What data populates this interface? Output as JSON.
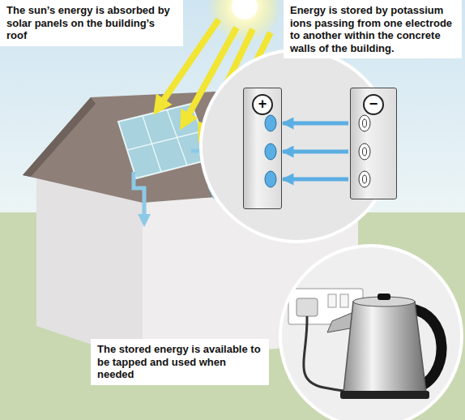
{
  "diagram": {
    "nodes": [
      {
        "text": [
          "The sun’s energy is absorbed by solar panels on the building’s roof"
        ]
      },
      {
        "text": [
          "Energy is stored by potassium ions passing from one electrode to another within the concrete walls of the building."
        ]
      },
      {
        "text": [
          "+"
        ]
      },
      {
        "text": [
          "−"
        ]
      },
      {
        "text": [
          "The stored energy is available to be tapped and used when needed"
        ]
      }
    ],
    "edges": [
      {
        "from": 3,
        "to": 2,
        "arrow": "to"
      },
      {
        "from": 3,
        "to": 2,
        "arrow": "to"
      },
      {
        "from": 3,
        "to": 2,
        "arrow": "to"
      }
    ]
  }
}
